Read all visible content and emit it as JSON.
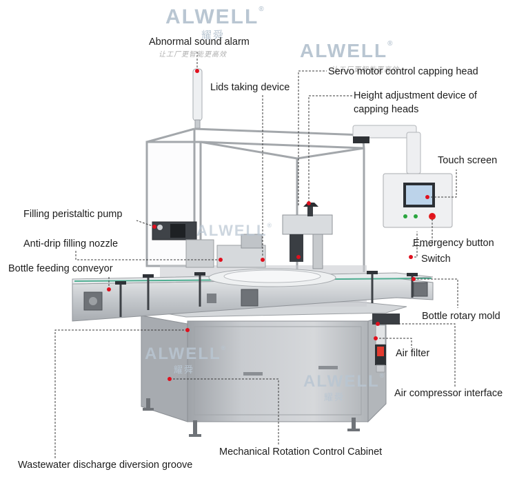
{
  "brand": {
    "logo_text": "ALWELL",
    "logo_mark": "®",
    "logo_cn": "耀舜",
    "tagline": "让工厂更智能更高效"
  },
  "labels": {
    "abnormal_sound_alarm": "Abnormal sound alarm",
    "servo_motor": "Servo motor control capping head",
    "lids_taking": "Lids taking device",
    "height_adjust_1": "Height adjustment device of",
    "height_adjust_2": "capping heads",
    "touch_screen": "Touch screen",
    "filling_pump": "Filling peristaltic pump",
    "anti_drip": "Anti-drip filling nozzle",
    "emergency": "Emergency button",
    "switch": "Switch",
    "feeding_conveyor": "Bottle feeding conveyor",
    "rotary_mold": "Bottle rotary mold",
    "air_filter": "Air filter",
    "air_compressor": "Air compressor interface",
    "cabinet": "Mechanical Rotation Control Cabinet",
    "wastewater": "Wastewater discharge diversion groove"
  },
  "colors": {
    "marker": "#e0101e",
    "leader": "#3a3a3a",
    "steel": "#c9ccd0",
    "logo": "#b9c6d2"
  }
}
